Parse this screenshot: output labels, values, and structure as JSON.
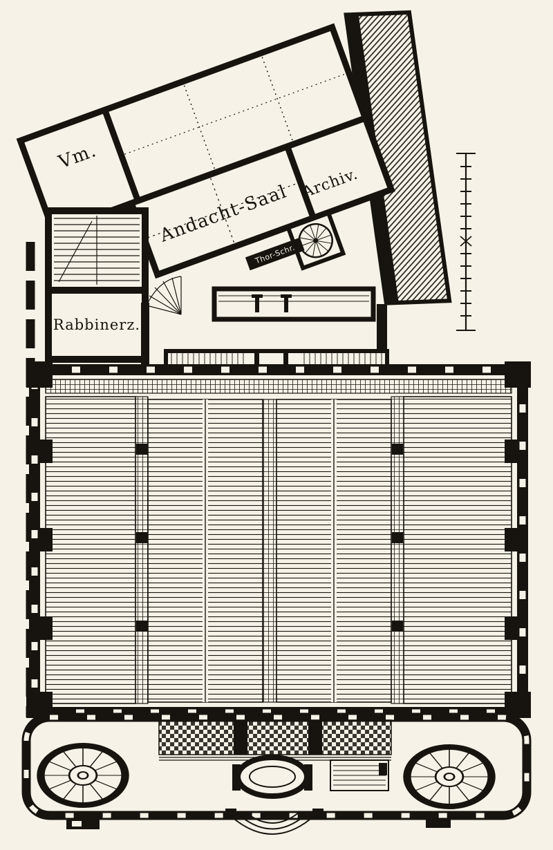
{
  "colors": {
    "paper": "#f6f2e7",
    "ink": "#17140f"
  },
  "plan": {
    "type": "architectural-floor-plan-engraving",
    "labels": {
      "vestibule": "Vm.",
      "prayer_hall": "Andacht-Saal",
      "archive": "Archiv.",
      "rabbi_room": "Rabbinerz.",
      "torah_shrine": "Thor-Schr."
    }
  }
}
